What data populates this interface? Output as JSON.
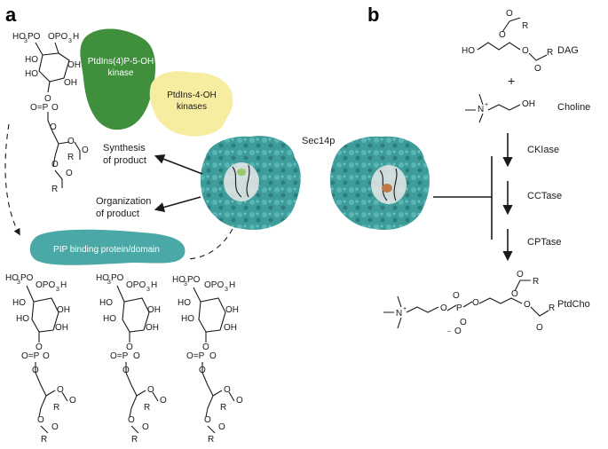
{
  "panel_a": {
    "letter": "a",
    "kinase_green": "PtdIns(4)P-5-OH kinase",
    "kinase_green_l1": "PtdIns(4)P-5-OH",
    "kinase_green_l2": "kinase",
    "kinase_yellow_l1": "PtdIns-4-OH",
    "kinase_yellow_l2": "kinases",
    "protein_label": "Sec14p",
    "synthesis_l1": "Synthesis",
    "synthesis_l2": "of product",
    "organization_l1": "Organization",
    "organization_l2": "of product",
    "pip_binding": "PIP binding protein/domain",
    "colors": {
      "green_kinase": "#3f8f3d",
      "yellow_kinase": "#f6eda0",
      "protein": "#3e9c9a",
      "pip_domain": "#4aa8a6"
    }
  },
  "panel_b": {
    "letter": "b",
    "dag": "DAG",
    "plus": "+",
    "choline": "Choline",
    "enzymes": [
      "CKIase",
      "CCTase",
      "CPTase"
    ],
    "ptdcho": "PtdCho"
  },
  "chem_labels": {
    "phos_top": "HO",
    "phos_sub": "3",
    "phos_p": "PO",
    "pgroup": "OPO",
    "pgroup_sub": "3",
    "pgroup_h": "H",
    "oh": "OH",
    "ho": "HO",
    "o": "O",
    "r": "R",
    "p": "P",
    "minus": "−",
    "nplus": "N",
    "plus_sign": "+"
  }
}
